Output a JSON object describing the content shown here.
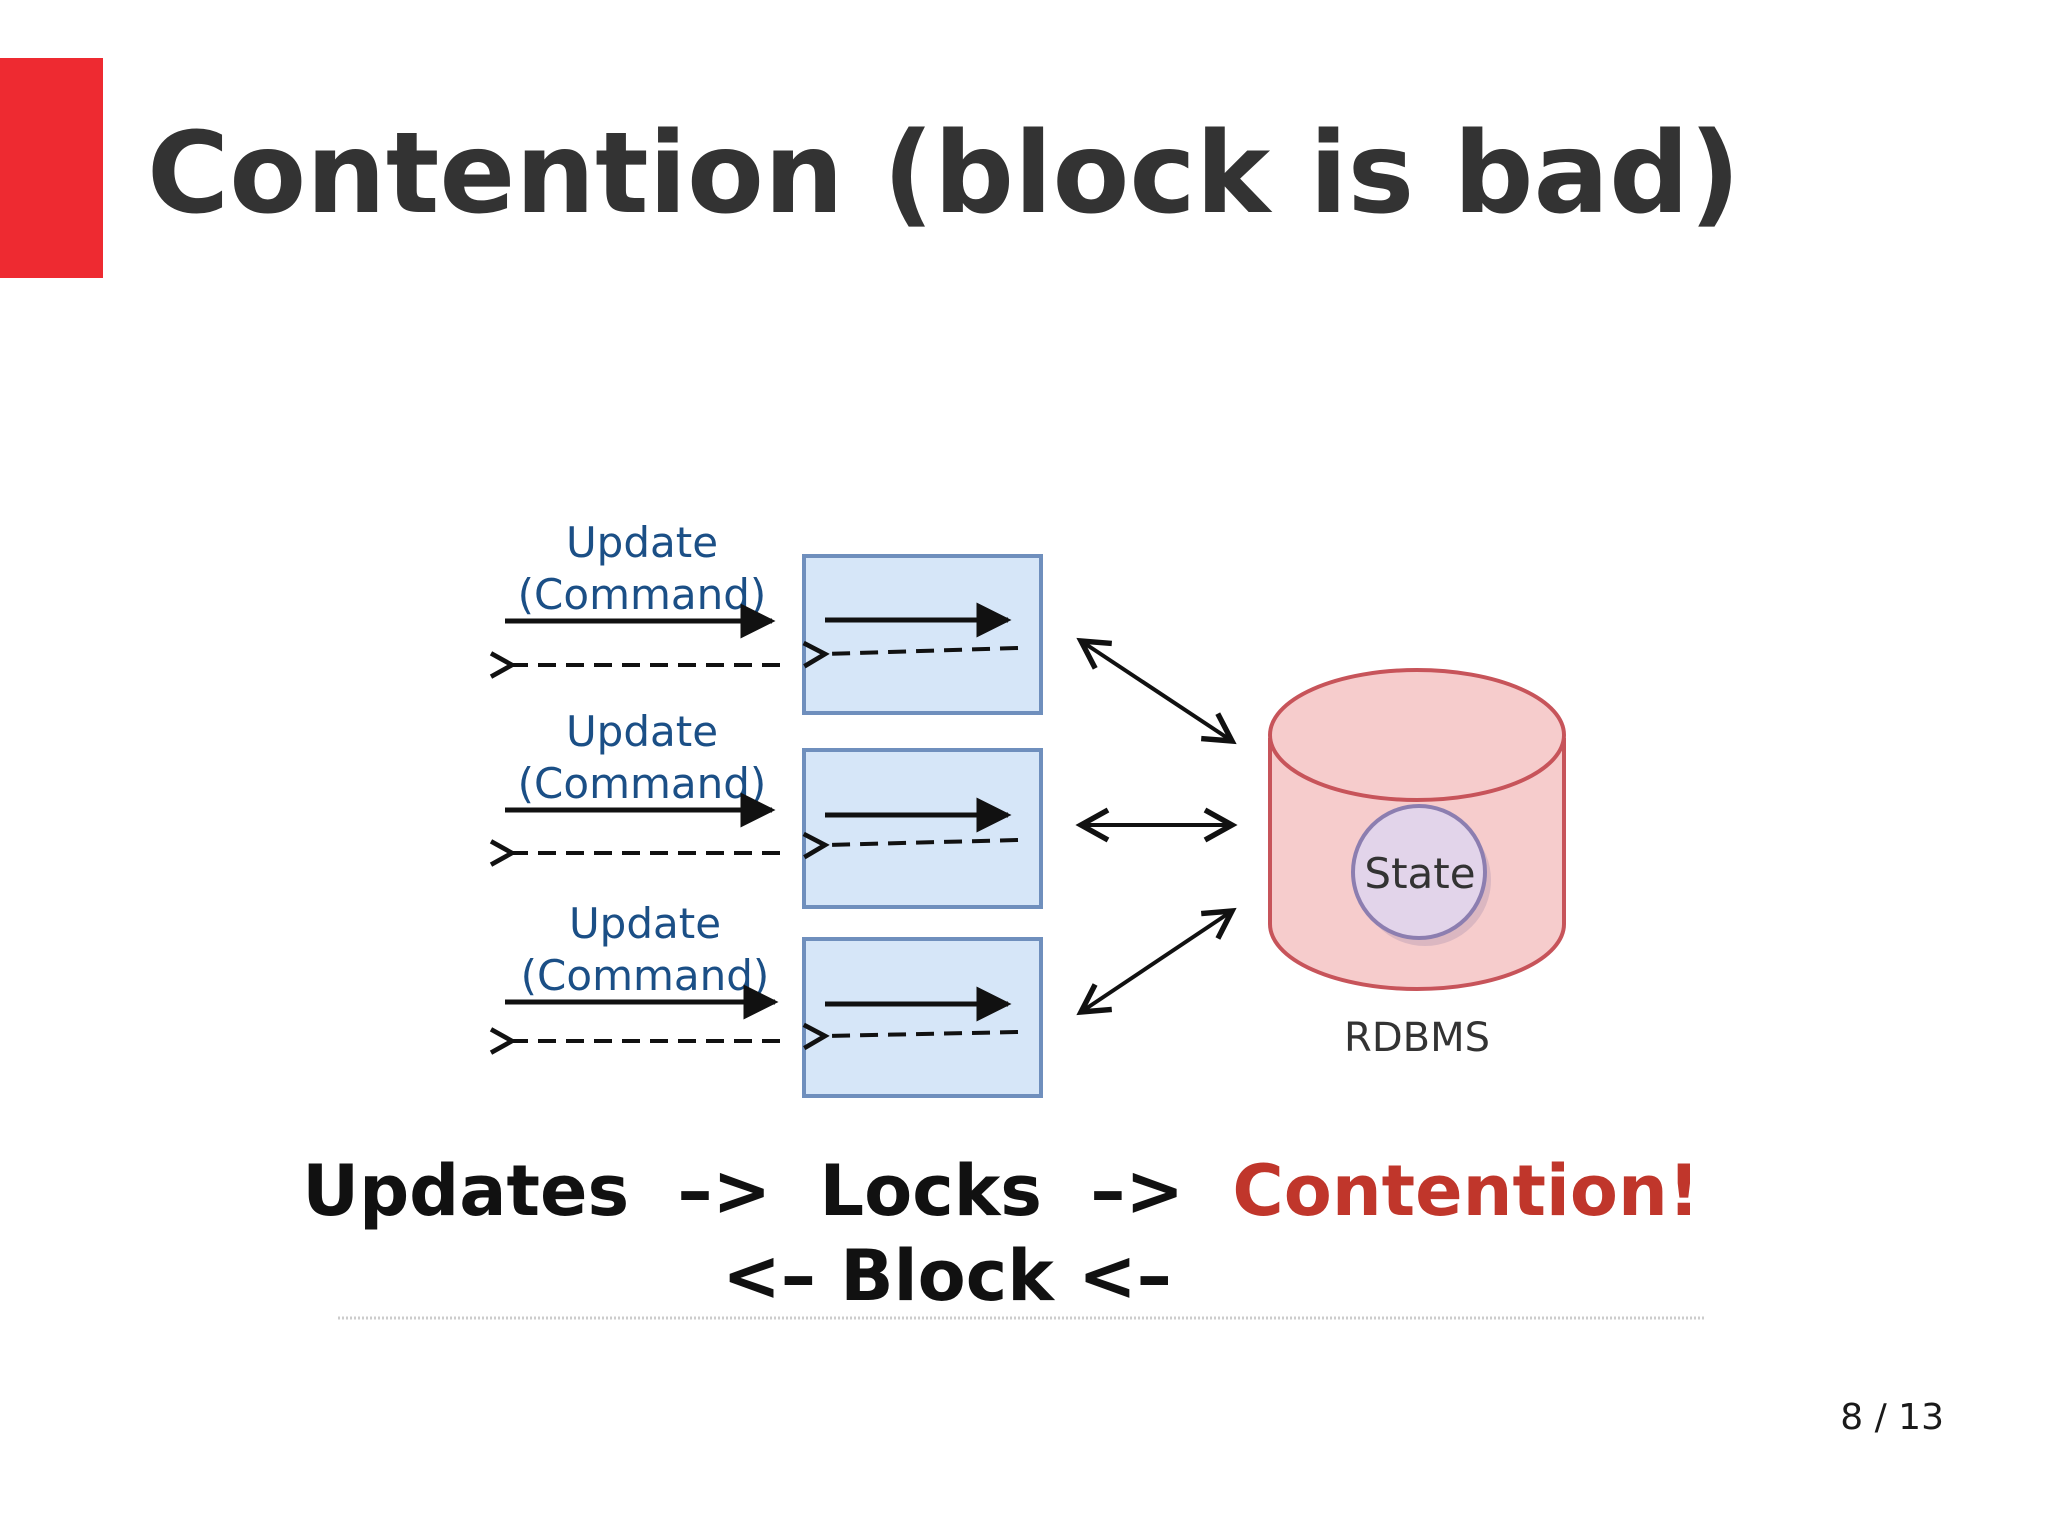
{
  "slide": {
    "title": "Contention (block is bad)",
    "page_number": "8 / 13",
    "accent_color": "#ee2a31"
  },
  "diagram": {
    "services": [
      {
        "label_line1": "Update",
        "label_line2": "(Command)"
      },
      {
        "label_line1": "Update",
        "label_line2": "(Command)"
      },
      {
        "label_line1": "Update",
        "label_line2": "(Command)"
      }
    ],
    "database": {
      "label": "RDBMS",
      "state_label": "State"
    },
    "caption": {
      "part1": "Updates",
      "arrow1": "–>",
      "part2": "Locks",
      "arrow2": "–>",
      "part3": "Contention!",
      "line2": "<– Block <–"
    },
    "colors": {
      "service_box_fill": "#d6e6f8",
      "service_box_stroke": "#6f8fbd",
      "label_blue": "#1b4f86",
      "db_fill": "#f6cccc",
      "db_stroke": "#c7545a",
      "state_fill": "#e2d4ea",
      "state_stroke": "#8c7eb0",
      "contention_red": "#c0362b"
    }
  }
}
